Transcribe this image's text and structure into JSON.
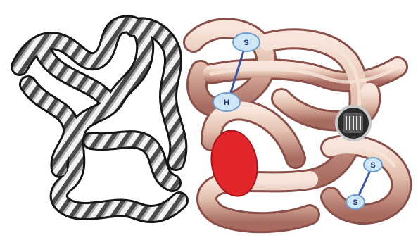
{
  "panels": {
    "left": {
      "name": "ribbon-structure",
      "colors": {
        "outline": "#151515",
        "light": "#f2f2f2",
        "mid": "#a8a8a8",
        "dark": "#4a4a4a"
      }
    },
    "right": {
      "name": "tube-structure",
      "colors": {
        "tube_fill": "#e3bfae",
        "tube_shadow": "#a86b60",
        "tube_highlight": "#f8e6dc",
        "tube_outline": "#8a4f48",
        "red_blob": "#e3262c",
        "node_fill": "#cfe6f6",
        "node_outline": "#6e9fcc",
        "bond_line": "#3a56a8",
        "coil_badge": "#2b2b2b"
      }
    }
  },
  "labels": {
    "top_bond_upper": "S",
    "top_bond_lower": "H",
    "bottom_bond_upper": "S",
    "bottom_bond_lower": "S"
  }
}
